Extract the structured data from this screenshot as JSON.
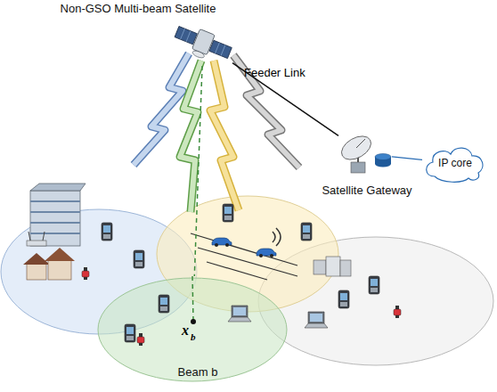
{
  "diagram": {
    "nodes": [
      {
        "text": [
          "Non-GSO Multi-beam Satellite"
        ]
      },
      {
        "text": [
          "Satellite Gateway"
        ]
      },
      {
        "text": [
          "IP core"
        ]
      },
      {
        "text": [
          "Beam b"
        ]
      }
    ],
    "edges": [
      {
        "from": 0,
        "to": 1,
        "label": "Feeder Link",
        "arrow": "none"
      },
      {
        "from": 1,
        "to": 2,
        "arrow": "none"
      },
      {
        "from": 0,
        "to": 3,
        "arrow": "none"
      }
    ],
    "labels": [
      "x",
      "b"
    ]
  }
}
